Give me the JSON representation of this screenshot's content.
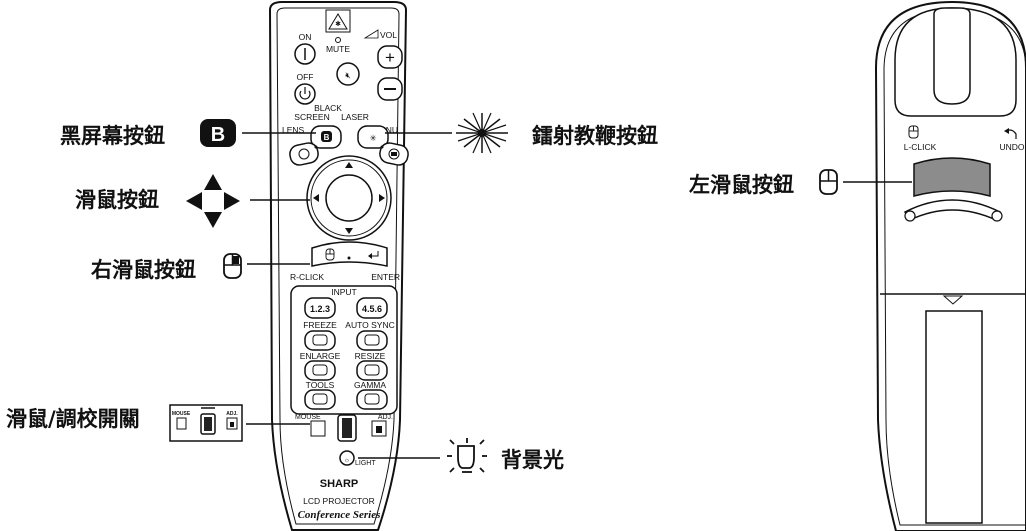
{
  "callouts": {
    "black_screen": "黑屏幕按鈕",
    "black_screen_key": "B",
    "laser": "鐳射教鞭按鈕",
    "mouse": "滑鼠按鈕",
    "right_click": "右滑鼠按鈕",
    "mouse_adj_switch": "滑鼠/調校開關",
    "light": "背景光",
    "left_click": "左滑鼠按鈕"
  },
  "remote_labels": {
    "on": "ON",
    "off": "OFF",
    "mute": "MUTE",
    "vol": "VOL",
    "black_screen_1": "BLACK",
    "black_screen_2": "SCREEN",
    "laser": "LASER",
    "lens": "LENS",
    "menu": "MENU",
    "b_key": "B",
    "r_click": "R-CLICK",
    "enter": "ENTER",
    "input": "INPUT",
    "input_123": "1.2.3",
    "input_456": "4.5.6",
    "freeze": "FREEZE",
    "auto_sync": "AUTO SYNC",
    "enlarge": "ENLARGE",
    "resize": "RESIZE",
    "tools": "TOOLS",
    "gamma": "GAMMA",
    "mouse": "MOUSE",
    "adj": "ADJ.",
    "light": "LIGHT",
    "brand": "SHARP",
    "product": "LCD PROJECTOR",
    "series": "Conference Series",
    "switch_mouse": "MOUSE",
    "switch_adj": "ADJ."
  },
  "back_labels": {
    "l_click": "L-CLICK",
    "undo": "UNDO"
  }
}
